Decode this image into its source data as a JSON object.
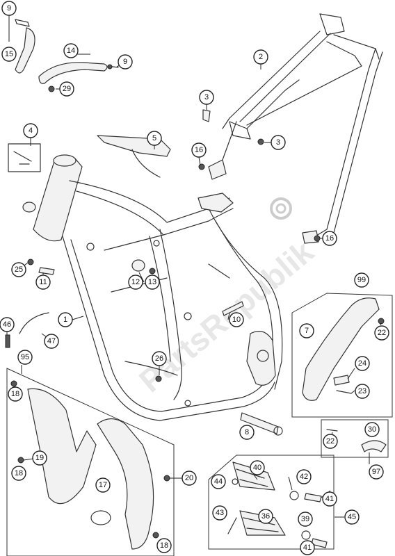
{
  "watermark": "PartsRepublik",
  "callouts": [
    {
      "id": "c9a",
      "label": "9"
    },
    {
      "id": "c15",
      "label": "15"
    },
    {
      "id": "c14",
      "label": "14"
    },
    {
      "id": "c9b",
      "label": "9"
    },
    {
      "id": "c29",
      "label": "29"
    },
    {
      "id": "c2",
      "label": "2"
    },
    {
      "id": "c3a",
      "label": "3"
    },
    {
      "id": "c3b",
      "label": "3"
    },
    {
      "id": "c4",
      "label": "4"
    },
    {
      "id": "c5",
      "label": "5"
    },
    {
      "id": "c16a",
      "label": "16"
    },
    {
      "id": "c16b",
      "label": "16"
    },
    {
      "id": "c25",
      "label": "25"
    },
    {
      "id": "c11",
      "label": "11"
    },
    {
      "id": "c12",
      "label": "12"
    },
    {
      "id": "c13",
      "label": "13"
    },
    {
      "id": "c10",
      "label": "10"
    },
    {
      "id": "c1",
      "label": "1"
    },
    {
      "id": "c46",
      "label": "46"
    },
    {
      "id": "c47",
      "label": "47"
    },
    {
      "id": "c99",
      "label": "99"
    },
    {
      "id": "c7",
      "label": "7"
    },
    {
      "id": "c22a",
      "label": "22"
    },
    {
      "id": "c24",
      "label": "24"
    },
    {
      "id": "c23",
      "label": "23"
    },
    {
      "id": "c95",
      "label": "95"
    },
    {
      "id": "c26",
      "label": "26"
    },
    {
      "id": "c18a",
      "label": "18"
    },
    {
      "id": "c19",
      "label": "19"
    },
    {
      "id": "c18b",
      "label": "18"
    },
    {
      "id": "c17",
      "label": "17"
    },
    {
      "id": "c20",
      "label": "20"
    },
    {
      "id": "c18c",
      "label": "18"
    },
    {
      "id": "c8",
      "label": "8"
    },
    {
      "id": "c30",
      "label": "30"
    },
    {
      "id": "c22b",
      "label": "22"
    },
    {
      "id": "c97",
      "label": "97"
    },
    {
      "id": "c40",
      "label": "40"
    },
    {
      "id": "c44",
      "label": "44"
    },
    {
      "id": "c42",
      "label": "42"
    },
    {
      "id": "c41a",
      "label": "41"
    },
    {
      "id": "c45",
      "label": "45"
    },
    {
      "id": "c43",
      "label": "43"
    },
    {
      "id": "c36",
      "label": "36"
    },
    {
      "id": "c39",
      "label": "39"
    },
    {
      "id": "c41b",
      "label": "41"
    }
  ]
}
